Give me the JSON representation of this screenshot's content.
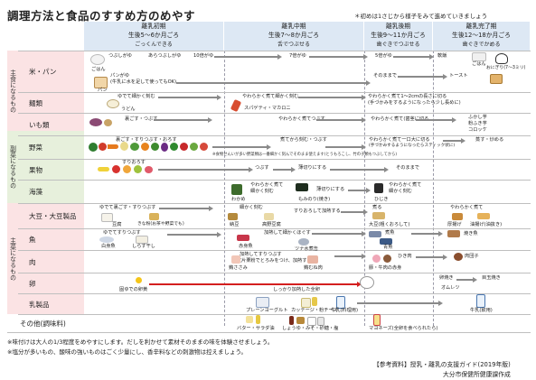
{
  "title": "調理方法と食品のすすめ方のめやす",
  "note": "＊初めは1さじから様子をみて進めていきましょう",
  "stages": [
    {
      "name": "離乳初期",
      "age": "生後5〜6か月ごろ",
      "texture": "ごっくんできる"
    },
    {
      "name": "離乳中期",
      "age": "生後7〜8か月ごろ",
      "texture": "舌でつぶせる"
    },
    {
      "name": "離乳後期",
      "age": "生後9〜11か月ごろ",
      "texture": "歯ぐきでつぶせる"
    },
    {
      "name": "離乳完了期",
      "age": "生後12〜18か月ごろ",
      "texture": "歯ぐきでかめる"
    }
  ],
  "groups": {
    "staple": "主食になるもの",
    "side": "副菜になるもの",
    "main": "主菜になるもの"
  },
  "rows": {
    "rice": "米・パン",
    "noodles": "麺類",
    "potato": "いも類",
    "veg": "野菜",
    "fruit": "果物",
    "seaweed": "海藻",
    "soy": "大豆・大豆製品",
    "fish": "魚",
    "meat": "肉",
    "egg": "卵",
    "dairy": "乳製品",
    "other": "その他(調味料)"
  },
  "cells": {
    "rice_a": "つぶしがゆ",
    "rice_b": "あらつぶしがゆ",
    "rice_c": "10倍がゆ",
    "rice_d": "7倍がゆ",
    "rice_e": "5倍がゆ",
    "rice_f": "軟飯",
    "rice_g": "ごはん",
    "rice_h": "おにぎり(7〜3ミリ)",
    "rice_i": "パンがゆ",
    "rice_j": "(牛乳に水を足して使ってもOK)",
    "rice_k": "そのままで",
    "rice_l": "トースト",
    "rice_m": "ごはん",
    "rice_n": "パン",
    "noodle_a": "ゆでて細かく刻む",
    "noodle_b": "やわらかく煮て細かく刻む",
    "noodle_c": "やわらかく煮て1〜2cmの長さに切る",
    "noodle_d": "(手づかみをするようになったら少し長めに)",
    "noodle_e": "うどん",
    "noodle_f": "スパゲティ・マカロニ",
    "potato_a": "裏ごす・つぶす",
    "potato_b": "やわらかく煮てつぶす",
    "potato_c": "やわらかく煮て(歯茎に切る",
    "potato_d": "ふかし芋",
    "potato_e": "粉ふき芋",
    "potato_f": "コロッケ",
    "veg_a": "裏ごす・すりつぶす・おろす",
    "veg_b": "煮てから刻む・つぶす",
    "veg_c": "やわらかく煮て一口大に切る",
    "veg_d": "(手づかみするようになったらスティック状に)",
    "veg_e": "蒸す・炒める",
    "veg_f": "※食物せんいが多い野菜類は一番細かく刻んでそのまま使えます(とうもろこし、竹の子類もつぶしてから)",
    "fruit_a": "すりおろす",
    "fruit_b": "つぶす",
    "fruit_c": "薄切りにする",
    "fruit_d": "そのままで",
    "seaweed_a": "やわらかく煮て",
    "seaweed_b": "細かく刻む",
    "seaweed_c": "薄切りにする",
    "seaweed_d": "わかめ",
    "seaweed_e": "もみのり(焼き)",
    "seaweed_f": "ひじき",
    "soy_a": "ゆでて裏ごす・すりつぶす",
    "soy_b": "細かく刻む",
    "soy_c": "すりおろして加熱する",
    "soy_d": "煮る",
    "soy_e": "やわらかく煮て",
    "soy_f": "豆腐",
    "soy_g": "きな粉(お茶や野菜でも)",
    "soy_h": "納豆",
    "soy_i": "高野豆腐",
    "soy_j": "大豆(粗くおろして)",
    "soy_k": "厚揚げ",
    "soy_l": "油揚げ(油抜き)",
    "fish_a": "ゆでてすりつぶす",
    "fish_b": "加熱して細かくほぐす",
    "fish_c": "焼く",
    "fish_d": "焼き魚",
    "fish_e": "白身魚",
    "fish_f": "しらす干し",
    "fish_g": "赤身魚",
    "fish_h": "ツナ水煮缶",
    "fish_i": "煮魚",
    "fish_j": "青魚",
    "meat_a": "加熱してすりつぶす",
    "meat_b": "(片栗粉でとろみをつけ、加熱する)",
    "meat_c": "ひき肉",
    "meat_d": "肉団子",
    "meat_e": "鶏ささみ",
    "meat_f": "鶏むね肉",
    "meat_g": "豚・牛肉の赤身",
    "egg_a": "固ゆでの卵黄",
    "egg_b": "しっかり加熱した全卵",
    "egg_c": "卵焼き",
    "egg_d": "目玉焼き",
    "egg_e": "オムレツ",
    "dairy_a": "プレーンヨーグルト",
    "dairy_b": "カッテージ・粉チーズ",
    "dairy_c": "牛乳(料理用)",
    "dairy_d": "牛乳(飲用)",
    "other_a": "バター・サラダ油",
    "other_b": "しょうゆ・みそ・砂糖・塩",
    "other_c": "マヨネーズ(全卵を食べられたら)"
  },
  "footnotes": [
    "※味付けは大人の1/3程度をめやすにします。だしを利かせて素材そのままの味を体験させましょう。",
    "※塩分が多いもの、酸味の強いものはごく少量にし、香辛料などの刺激物は控えましょう。"
  ],
  "reference": "【参考資料】授乳・離乳の支援ガイド(2019年版)",
  "author": "大分市保健所健康課作成",
  "colors": {
    "header_bg": "#dde8f4",
    "staple_bg": "#fbe3e4",
    "side_bg": "#e7f0dc",
    "main_bg": "#fbe3e4",
    "arrow": "#8a8a8a",
    "egg_arrow": "#d41f1f"
  }
}
